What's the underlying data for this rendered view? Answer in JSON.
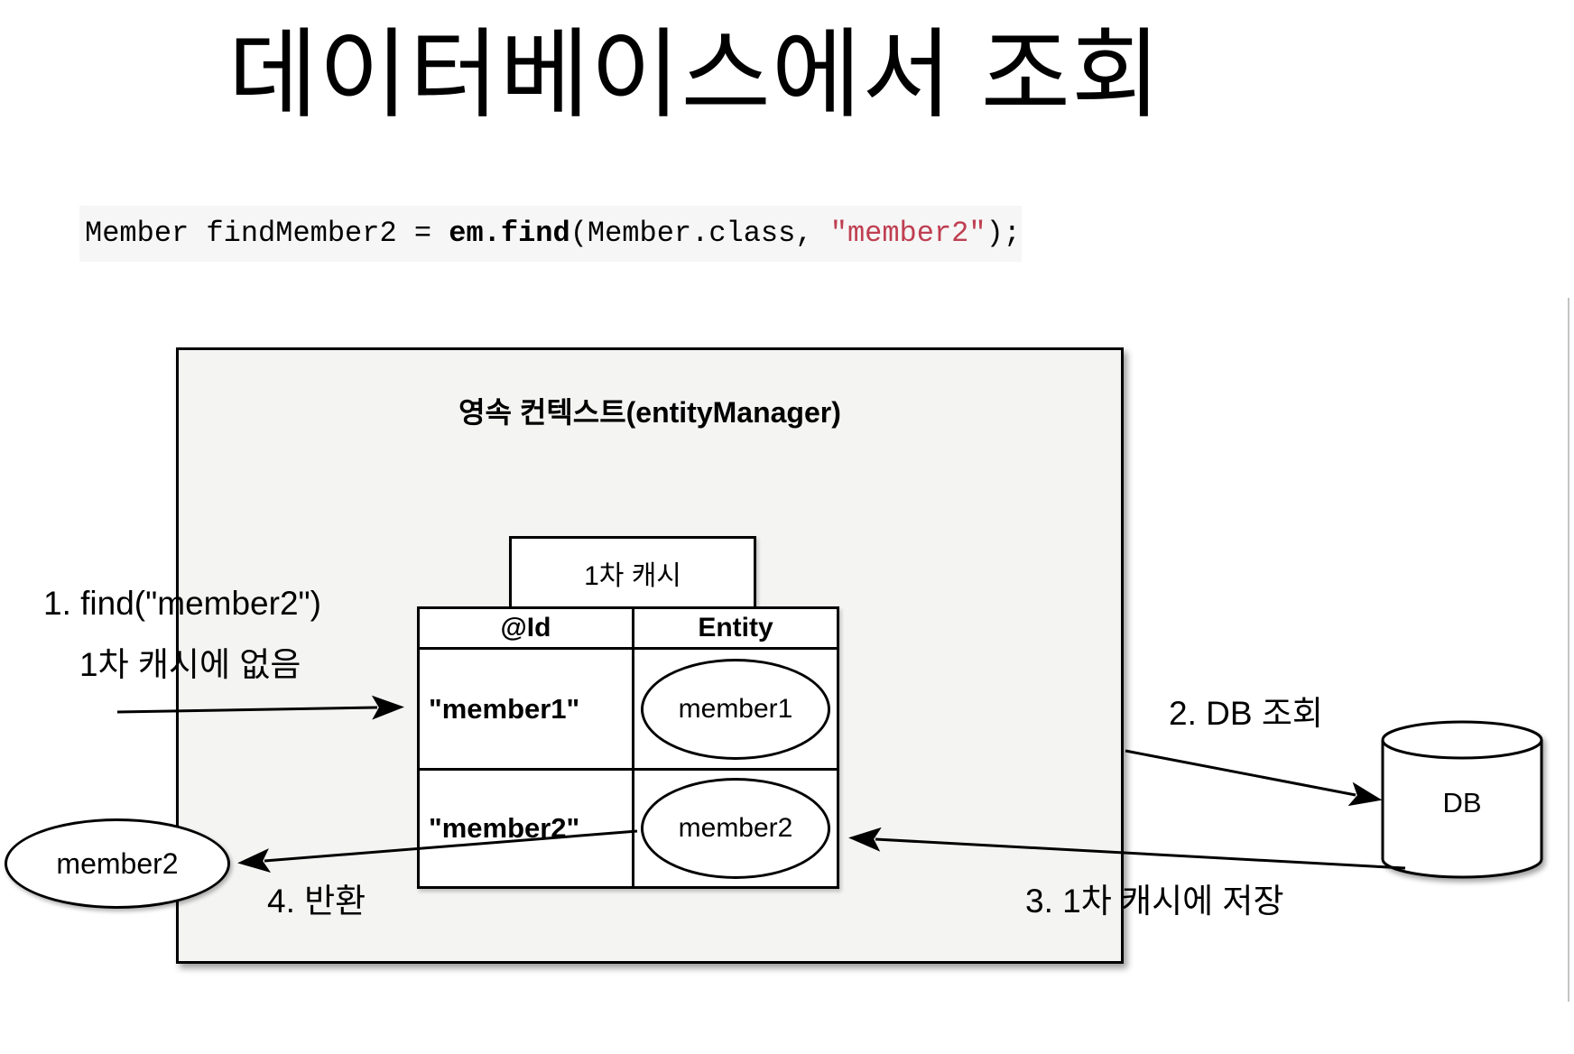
{
  "title": "데이터베이스에서 조회",
  "code": {
    "plain1": "Member findMember2 = ",
    "bold": "em.find",
    "plain2": "(Member.class, ",
    "string": "\"member2\"",
    "plain3": ");"
  },
  "diagram": {
    "context_title": "영속 컨텍스트(entityManager)",
    "cache_label": "1차 캐시",
    "table": {
      "headers": [
        "@Id",
        "Entity"
      ],
      "rows": [
        {
          "id": "\"member1\"",
          "entity": "member1"
        },
        {
          "id": "\"member2\"",
          "entity": "member2"
        }
      ]
    },
    "result_entity": "member2",
    "db_label": "DB",
    "annotations": {
      "step1_line1": "1. find(\"member2\")",
      "step1_line2": "1차 캐시에 없음",
      "step2": "2. DB 조회",
      "step3": "3. 1차 캐시에 저장",
      "step4": "4. 반환"
    }
  },
  "colors": {
    "code_string": "#bf3f51",
    "code_background": "#f6f6f6",
    "context_box_background": "#f4f4f3",
    "line_color": "#000000"
  }
}
